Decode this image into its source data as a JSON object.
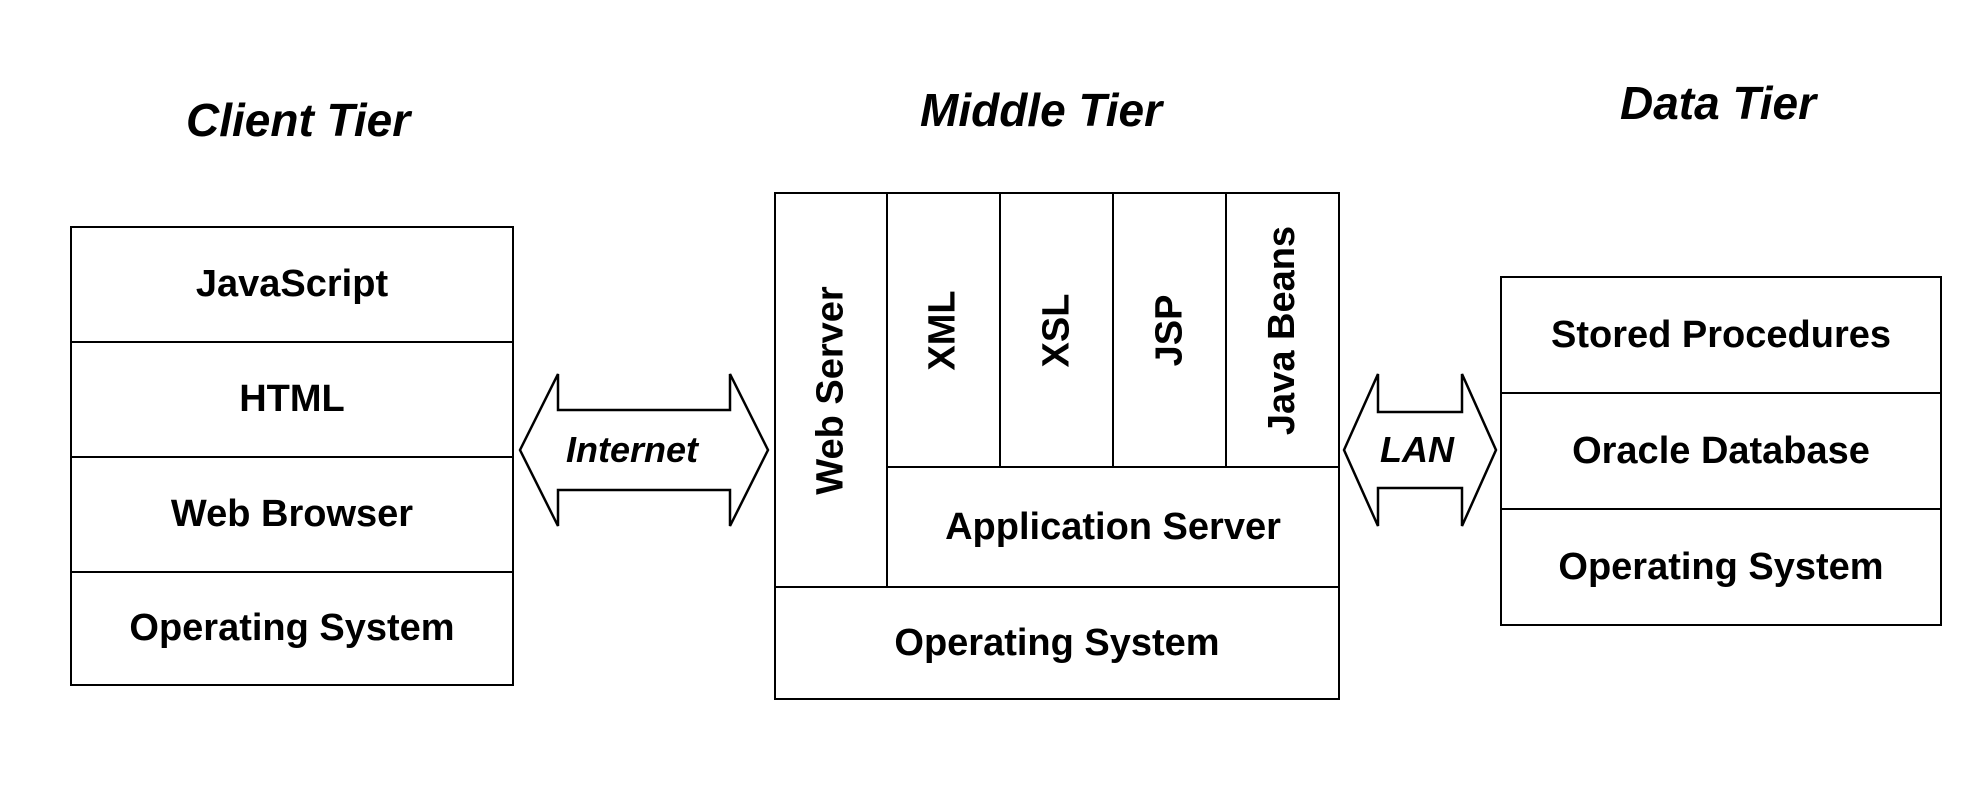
{
  "client_tier": {
    "title": "Client Tier",
    "layers": [
      "JavaScript",
      "HTML",
      "Web Browser",
      "Operating System"
    ]
  },
  "middle_tier": {
    "title": "Middle Tier",
    "web_server": "Web Server",
    "components": [
      "XML",
      "XSL",
      "JSP",
      "Java Beans"
    ],
    "application_server": "Application Server",
    "operating_system": "Operating System"
  },
  "data_tier": {
    "title": "Data Tier",
    "layers": [
      "Stored Procedures",
      "Oracle Database",
      "Operating System"
    ]
  },
  "connections": {
    "client_middle": "Internet",
    "middle_data": "LAN"
  }
}
